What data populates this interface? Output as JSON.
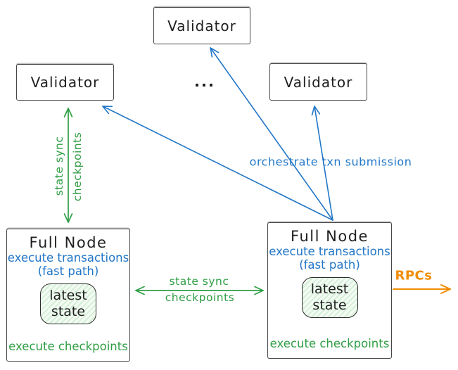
{
  "nodes": {
    "validator_top": {
      "label": "Validator"
    },
    "validator_left": {
      "label": "Validator"
    },
    "validator_right": {
      "label": "Validator"
    },
    "ellipsis": "...",
    "full_node_left": {
      "title": "Full Node",
      "fast_line1": "execute transactions",
      "fast_line2": "(fast path)",
      "state_line1": "latest",
      "state_line2": "state",
      "footer": "execute checkpoints"
    },
    "full_node_right": {
      "title": "Full Node",
      "fast_line1": "execute transactions",
      "fast_line2": "(fast path)",
      "state_line1": "latest",
      "state_line2": "state",
      "footer": "execute checkpoints"
    }
  },
  "edges": {
    "vertical_sync": {
      "line1": "state sync",
      "line2": "checkpoints"
    },
    "horizontal_sync": {
      "line1": "state sync",
      "line2": "checkpoints"
    },
    "orchestrate": {
      "label": "orchestrate txn submission"
    },
    "rpcs": {
      "label": "RPCs"
    }
  },
  "colors": {
    "green": "#2f9e44",
    "blue": "#2176c7",
    "orange": "#f08c00",
    "ink": "#1f1f1f",
    "border": "#474747"
  }
}
